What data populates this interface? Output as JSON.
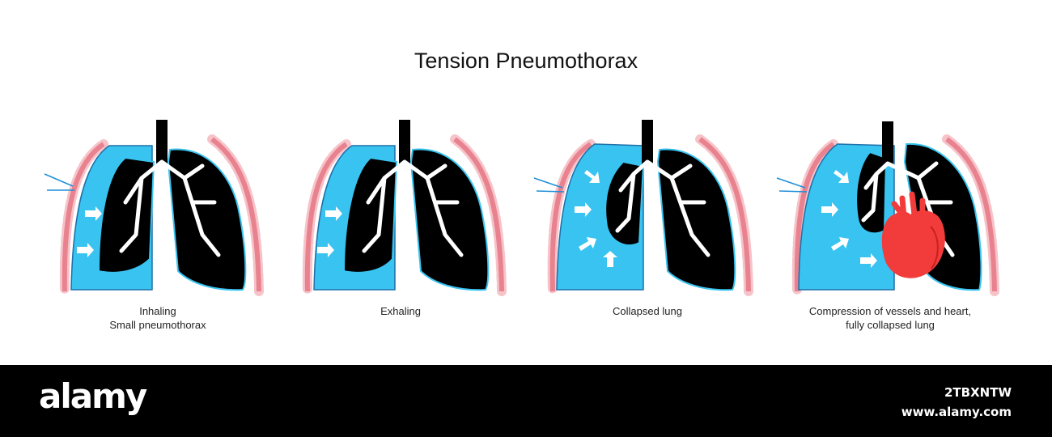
{
  "title": "Tension Pneumothorax",
  "panels": [
    {
      "caption_lines": [
        "Inhaling",
        "Small pneumothorax"
      ]
    },
    {
      "caption_lines": [
        "Exhaling"
      ]
    },
    {
      "caption_lines": [
        "Collapsed lung"
      ]
    },
    {
      "caption_lines": [
        "Compression of vessels and heart,",
        "fully collapsed lung"
      ]
    }
  ],
  "footer": {
    "logo": "alamy",
    "image_id": "2TBXNTW",
    "url": "www.alamy.com"
  },
  "colors": {
    "pleural_air": "#39c3f0",
    "lung": "#000000",
    "rib_pink": "#e8828f",
    "rib_light": "#f6c3c9",
    "heart": "#f23b3b",
    "arrow_blue": "#1f8fd6"
  }
}
